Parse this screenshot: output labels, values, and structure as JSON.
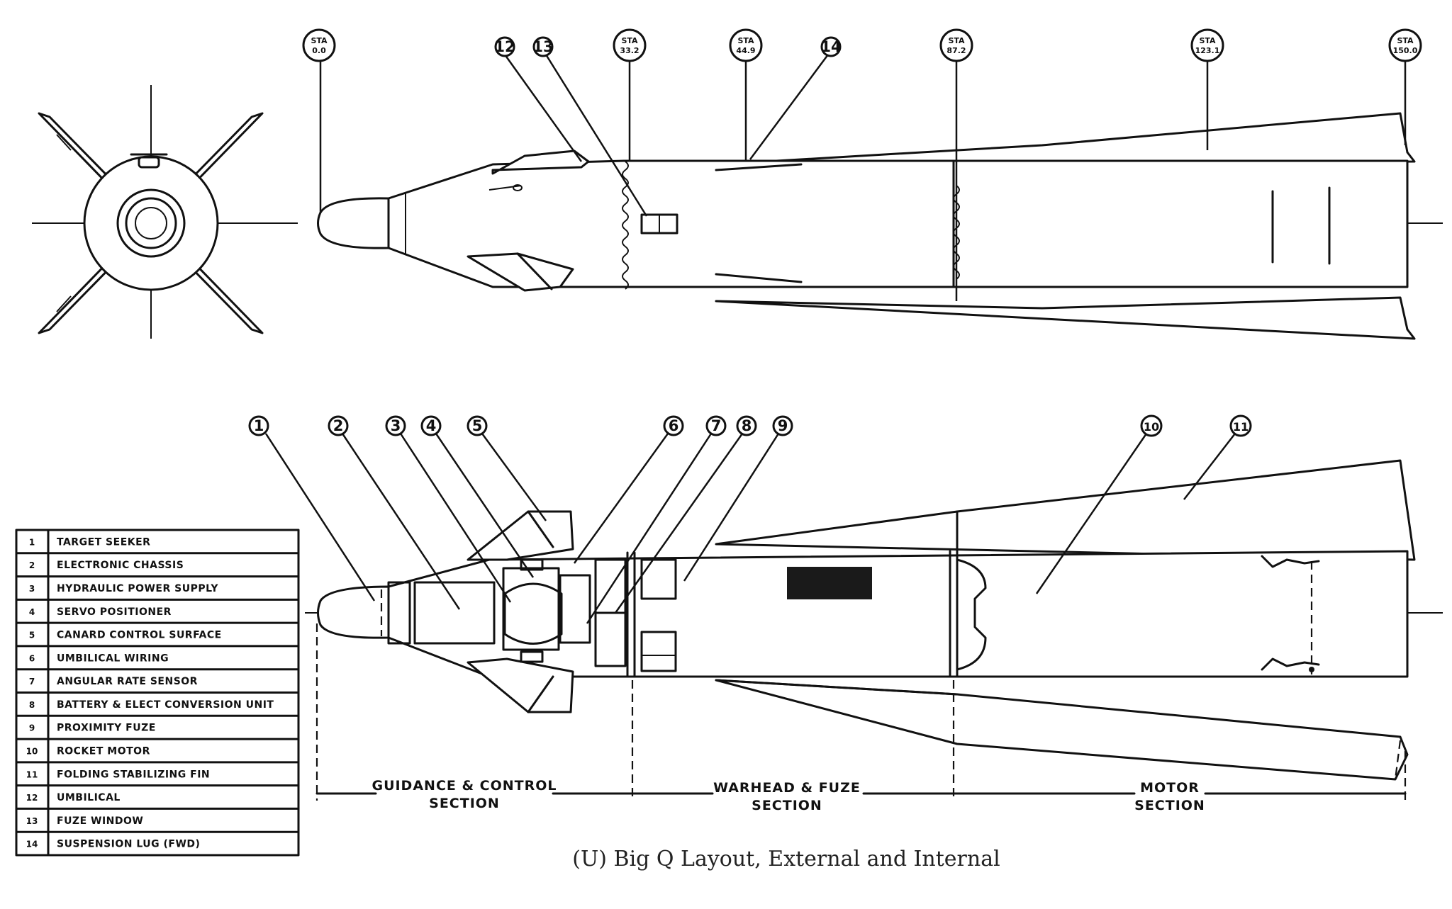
{
  "caption": "(U) Big Q Layout, External and Internal",
  "stations": [
    {
      "id": "sta-0",
      "lines": [
        "STA",
        "0.0"
      ]
    },
    {
      "id": "sta-33",
      "lines": [
        "STA",
        "33.2"
      ]
    },
    {
      "id": "sta-44",
      "lines": [
        "STA",
        "44.9"
      ]
    },
    {
      "id": "sta-87",
      "lines": [
        "STA",
        "87.2"
      ]
    },
    {
      "id": "sta-123",
      "lines": [
        "STA",
        "123.1"
      ]
    },
    {
      "id": "sta-150",
      "lines": [
        "STA",
        "150.0"
      ]
    }
  ],
  "external_callouts": [
    "12",
    "13",
    "14"
  ],
  "internal_callouts": [
    "1",
    "2",
    "3",
    "4",
    "5",
    "6",
    "7",
    "8",
    "9",
    "10",
    "11"
  ],
  "sections": [
    {
      "lines": [
        "GUIDANCE & CONTROL",
        "SECTION"
      ]
    },
    {
      "lines": [
        "WARHEAD & FUZE",
        "SECTION"
      ]
    },
    {
      "lines": [
        "MOTOR",
        "SECTION"
      ]
    }
  ],
  "legend": [
    {
      "num": "1",
      "label": "TARGET SEEKER"
    },
    {
      "num": "2",
      "label": "ELECTRONIC CHASSIS"
    },
    {
      "num": "3",
      "label": "HYDRAULIC POWER SUPPLY"
    },
    {
      "num": "4",
      "label": "SERVO POSITIONER"
    },
    {
      "num": "5",
      "label": "CANARD CONTROL SURFACE"
    },
    {
      "num": "6",
      "label": "UMBILICAL WIRING"
    },
    {
      "num": "7",
      "label": "ANGULAR RATE SENSOR"
    },
    {
      "num": "8",
      "label": "BATTERY & ELECT CONVERSION UNIT"
    },
    {
      "num": "9",
      "label": "PROXIMITY FUZE"
    },
    {
      "num": "10",
      "label": "ROCKET MOTOR"
    },
    {
      "num": "11",
      "label": "FOLDING STABILIZING FIN"
    },
    {
      "num": "12",
      "label": "UMBILICAL"
    },
    {
      "num": "13",
      "label": "FUZE WINDOW"
    },
    {
      "num": "14",
      "label": "SUSPENSION LUG (FWD)"
    }
  ]
}
